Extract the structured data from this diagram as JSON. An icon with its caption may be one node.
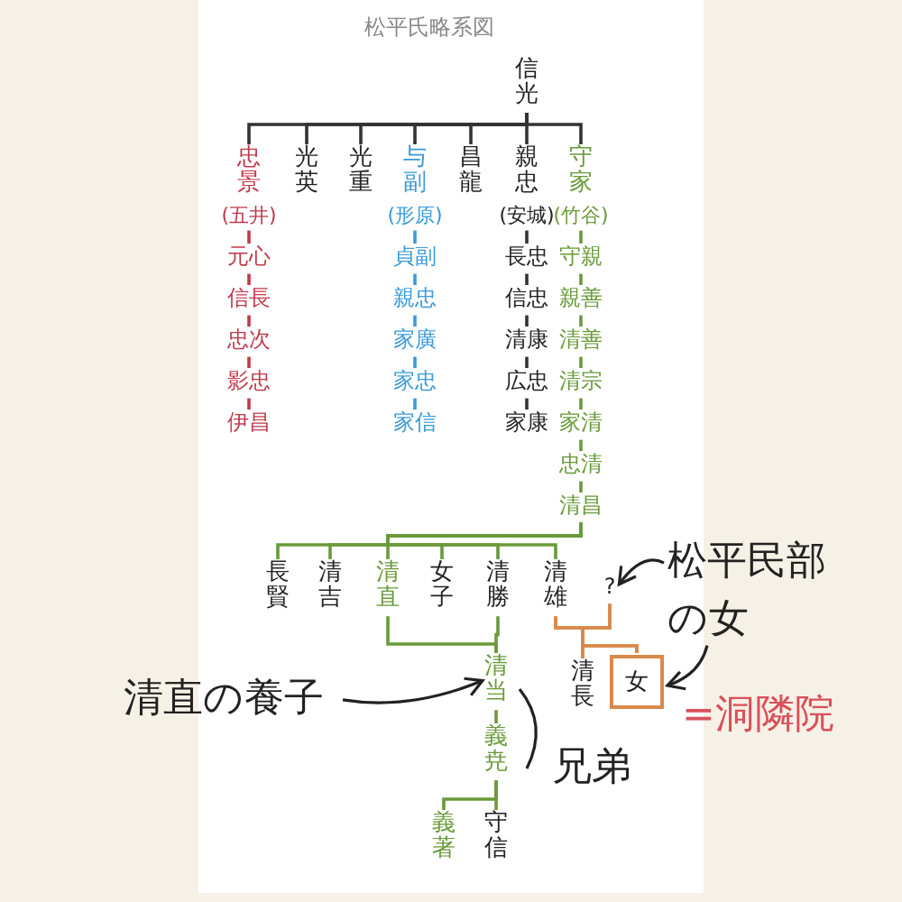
{
  "diagram": {
    "title": "松平氏略系図",
    "nodes": [
      {
        "text": [
          "信光"
        ]
      },
      {
        "text": [
          "忠景"
        ],
        "beside": [
          "(五井)"
        ]
      },
      {
        "text": [
          "光英"
        ]
      },
      {
        "text": [
          "光重"
        ]
      },
      {
        "text": [
          "与副"
        ],
        "beside": [
          "(形原)"
        ]
      },
      {
        "text": [
          "昌龍"
        ]
      },
      {
        "text": [
          "親忠"
        ],
        "beside": [
          "(安城)"
        ]
      },
      {
        "text": [
          "守家"
        ],
        "beside": [
          "(竹谷)"
        ]
      },
      {
        "text": [
          "元心"
        ]
      },
      {
        "text": [
          "信長"
        ]
      },
      {
        "text": [
          "忠次"
        ]
      },
      {
        "text": [
          "影忠"
        ]
      },
      {
        "text": [
          "伊昌"
        ]
      },
      {
        "text": [
          "貞副"
        ]
      },
      {
        "text": [
          "親忠"
        ]
      },
      {
        "text": [
          "家廣"
        ]
      },
      {
        "text": [
          "家忠"
        ]
      },
      {
        "text": [
          "家信"
        ]
      },
      {
        "text": [
          "長忠"
        ]
      },
      {
        "text": [
          "信忠"
        ]
      },
      {
        "text": [
          "清康"
        ]
      },
      {
        "text": [
          "広忠"
        ]
      },
      {
        "text": [
          "家康"
        ]
      },
      {
        "text": [
          "守親"
        ]
      },
      {
        "text": [
          "親善"
        ]
      },
      {
        "text": [
          "清善"
        ]
      },
      {
        "text": [
          "清宗"
        ]
      },
      {
        "text": [
          "家清"
        ]
      },
      {
        "text": [
          "忠清"
        ]
      },
      {
        "text": [
          "清昌"
        ]
      },
      {
        "text": [
          "長賢"
        ]
      },
      {
        "text": [
          "清吉"
        ]
      },
      {
        "text": [
          "清直"
        ]
      },
      {
        "text": [
          "女子"
        ]
      },
      {
        "text": [
          "清勝"
        ]
      },
      {
        "text": [
          "清雄"
        ]
      },
      {
        "text": [
          "?"
        ]
      },
      {
        "text": [
          "清長"
        ]
      },
      {
        "text": [
          "女"
        ]
      },
      {
        "text": [
          "清当"
        ]
      },
      {
        "text": [
          "義尭"
        ]
      },
      {
        "text": [
          "義著"
        ]
      },
      {
        "text": [
          "守信"
        ]
      },
      {
        "text": [
          "松平民部の女"
        ]
      },
      {
        "text": [
          "清直の養子"
        ]
      }
    ],
    "edges": [
      {
        "from": 0,
        "to": 1,
        "arrow": "none",
        "color": "#333333"
      },
      {
        "from": 0,
        "to": 2,
        "arrow": "none",
        "color": "#333333"
      },
      {
        "from": 0,
        "to": 3,
        "arrow": "none",
        "color": "#333333"
      },
      {
        "from": 0,
        "to": 4,
        "arrow": "none",
        "color": "#333333"
      },
      {
        "from": 0,
        "to": 5,
        "arrow": "none",
        "color": "#333333"
      },
      {
        "from": 0,
        "to": 6,
        "arrow": "none",
        "color": "#333333"
      },
      {
        "from": 0,
        "to": 7,
        "arrow": "none",
        "color": "#333333"
      },
      {
        "from": 1,
        "to": 8,
        "arrow": "none",
        "color": "#c0394b"
      },
      {
        "from": 8,
        "to": 9,
        "arrow": "none",
        "color": "#c0394b"
      },
      {
        "from": 9,
        "to": 10,
        "arrow": "none",
        "color": "#c0394b"
      },
      {
        "from": 10,
        "to": 11,
        "arrow": "none",
        "color": "#c0394b"
      },
      {
        "from": 11,
        "to": 12,
        "arrow": "none",
        "color": "#c0394b"
      },
      {
        "from": 4,
        "to": 13,
        "arrow": "none",
        "color": "#3a9ad9"
      },
      {
        "from": 13,
        "to": 14,
        "arrow": "none",
        "color": "#3a9ad9"
      },
      {
        "from": 14,
        "to": 15,
        "arrow": "none",
        "color": "#3a9ad9"
      },
      {
        "from": 15,
        "to": 16,
        "arrow": "none",
        "color": "#3a9ad9"
      },
      {
        "from": 16,
        "to": 17,
        "arrow": "none",
        "color": "#3a9ad9"
      },
      {
        "from": 6,
        "to": 18,
        "arrow": "none",
        "color": "#333333"
      },
      {
        "from": 18,
        "to": 19,
        "arrow": "none",
        "color": "#333333"
      },
      {
        "from": 19,
        "to": 20,
        "arrow": "none",
        "color": "#333333"
      },
      {
        "from": 20,
        "to": 21,
        "arrow": "none",
        "color": "#333333"
      },
      {
        "from": 21,
        "to": 22,
        "arrow": "none",
        "color": "#333333"
      },
      {
        "from": 7,
        "to": 23,
        "arrow": "none"
      },
      {
        "from": 23,
        "to": 24,
        "arrow": "none"
      },
      {
        "from": 24,
        "to": 25,
        "arrow": "none"
      },
      {
        "from": 25,
        "to": 26,
        "arrow": "none"
      },
      {
        "from": 26,
        "to": 27,
        "arrow": "none"
      },
      {
        "from": 27,
        "to": 28,
        "arrow": "none"
      },
      {
        "from": 28,
        "to": 29,
        "arrow": "none"
      },
      {
        "from": 29,
        "to": 30,
        "arrow": "none"
      },
      {
        "from": 29,
        "to": 31,
        "arrow": "none"
      },
      {
        "from": 29,
        "to": 32,
        "arrow": "none"
      },
      {
        "from": 29,
        "to": 33,
        "arrow": "none"
      },
      {
        "from": 29,
        "to": 34,
        "arrow": "none"
      },
      {
        "from": 29,
        "to": 35,
        "arrow": "none"
      },
      {
        "from": 32,
        "to": 39,
        "arrow": "none"
      },
      {
        "from": 34,
        "to": 39,
        "arrow": "none"
      },
      {
        "from": 35,
        "to": 37,
        "arrow": "none",
        "color": "#d9894a"
      },
      {
        "from": 36,
        "to": 37,
        "arrow": "none",
        "color": "#d9894a"
      },
      {
        "from": 35,
        "to": 38,
        "arrow": "none",
        "color": "#d9894a"
      },
      {
        "from": 36,
        "to": 38,
        "arrow": "none",
        "color": "#d9894a"
      },
      {
        "from": 39,
        "to": 40,
        "arrow": "none"
      },
      {
        "from": 40,
        "to": 41,
        "arrow": "none"
      },
      {
        "from": 40,
        "to": 42,
        "arrow": "none"
      },
      {
        "from": 43,
        "to": 36,
        "arrow": "to",
        "color": "#222222"
      },
      {
        "from": 43,
        "to": 38,
        "arrow": "to",
        "color": "#222222"
      },
      {
        "from": 44,
        "to": 39,
        "arrow": "to",
        "color": "#222222"
      }
    ],
    "labels": [
      "=洞隣院",
      "兄弟"
    ]
  }
}
